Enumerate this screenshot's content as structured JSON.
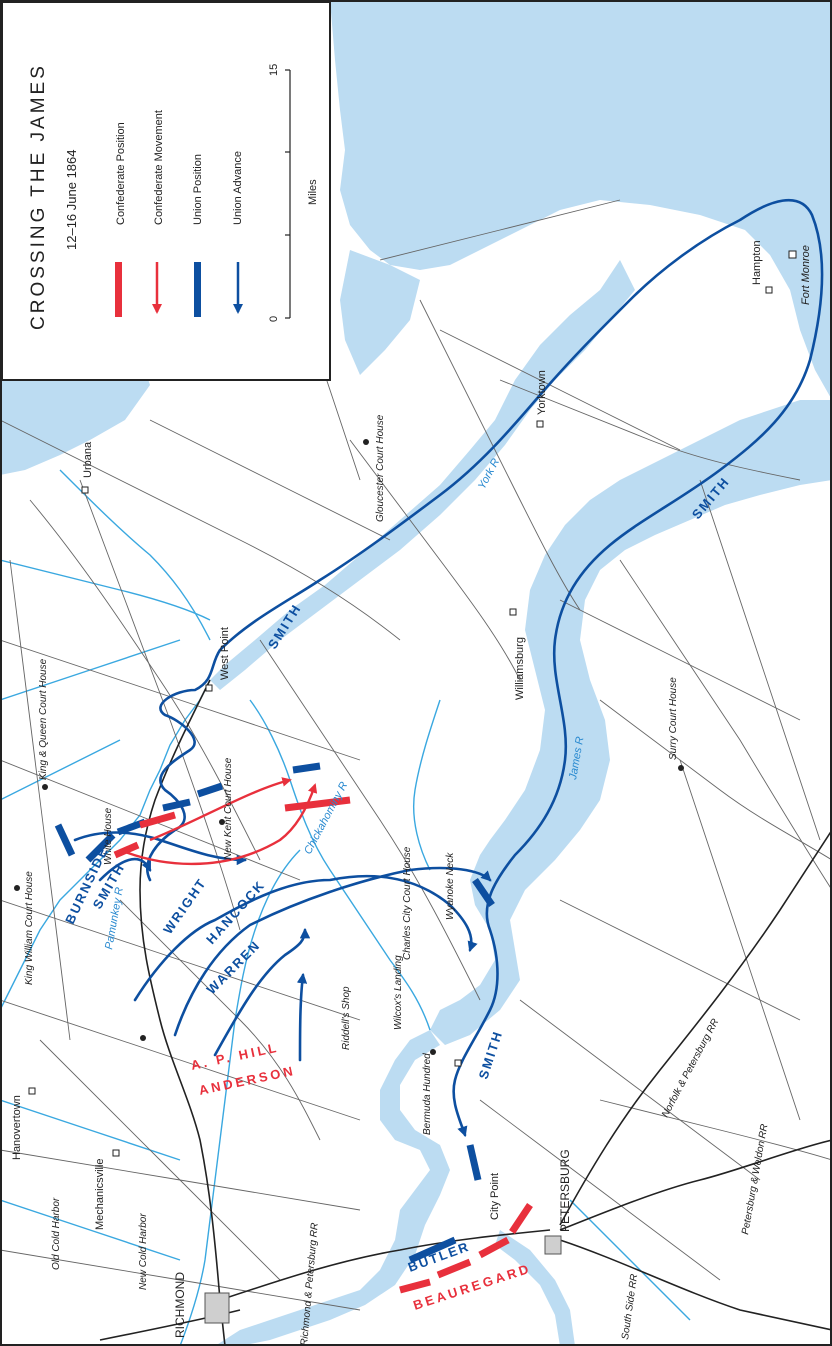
{
  "legend": {
    "title": "CROSSING THE JAMES",
    "subtitle": "12–16 June 1864",
    "items": [
      {
        "label": "Confederate Position",
        "color": "#e8303c",
        "kind": "position"
      },
      {
        "label": "Confederate Movement",
        "color": "#e8303c",
        "kind": "movement"
      },
      {
        "label": "Union Position",
        "color": "#0d4fa0",
        "kind": "position"
      },
      {
        "label": "Union Advance",
        "color": "#0d4fa0",
        "kind": "movement"
      }
    ],
    "scale": {
      "label": "Miles",
      "ticks": [
        "0",
        "15"
      ]
    }
  },
  "colors": {
    "water": "#bcdcf2",
    "river": "#3aa8e0",
    "road": "#666666",
    "railroad": "#222222",
    "union": "#0d4fa0",
    "confederate": "#e8303c"
  },
  "places": [
    {
      "name": "Urbana",
      "style": "plain"
    },
    {
      "name": "Gloucester Court House",
      "style": "italic"
    },
    {
      "name": "Yorktown",
      "style": "plain"
    },
    {
      "name": "Hampton",
      "style": "plain"
    },
    {
      "name": "Fort Monroe",
      "style": "italic"
    },
    {
      "name": "Williamsburg",
      "style": "plain"
    },
    {
      "name": "West Point",
      "style": "plain"
    },
    {
      "name": "King & Queen Court House",
      "style": "italic"
    },
    {
      "name": "King William Court House",
      "style": "italic"
    },
    {
      "name": "White House",
      "style": "italic"
    },
    {
      "name": "New Kent Court House",
      "style": "italic"
    },
    {
      "name": "Surry Court House",
      "style": "italic"
    },
    {
      "name": "Charles City Court House",
      "style": "italic"
    },
    {
      "name": "Wyanoke Neck",
      "style": "italic"
    },
    {
      "name": "Wilcox's Landing",
      "style": "italic"
    },
    {
      "name": "Riddell's Shop",
      "style": "italic"
    },
    {
      "name": "Bermuda Hundred",
      "style": "italic"
    },
    {
      "name": "City Point",
      "style": "plain"
    },
    {
      "name": "PETERSBURG",
      "style": "plain"
    },
    {
      "name": "RICHMOND",
      "style": "plain"
    },
    {
      "name": "Mechanicsville",
      "style": "plain"
    },
    {
      "name": "Hanovertown",
      "style": "plain"
    },
    {
      "name": "Old Cold Harbor",
      "style": "italic"
    },
    {
      "name": "New Cold Harbor",
      "style": "italic"
    }
  ],
  "water_labels": [
    "York R",
    "James R",
    "Chickahominy R",
    "Pamunkey R"
  ],
  "railroads": [
    "Norfolk & Petersburg RR",
    "Petersburg & Weldon RR",
    "Richmond & Petersburg RR",
    "South Side RR"
  ],
  "units": {
    "union": [
      "SMITH",
      "SMITH",
      "SMITH",
      "BURNSIDE",
      "SMITH",
      "WRIGHT",
      "HANCOCK",
      "WARREN",
      "BUTLER"
    ],
    "confederate": [
      "A. P. HILL",
      "ANDERSON",
      "BEAUREGARD"
    ]
  }
}
